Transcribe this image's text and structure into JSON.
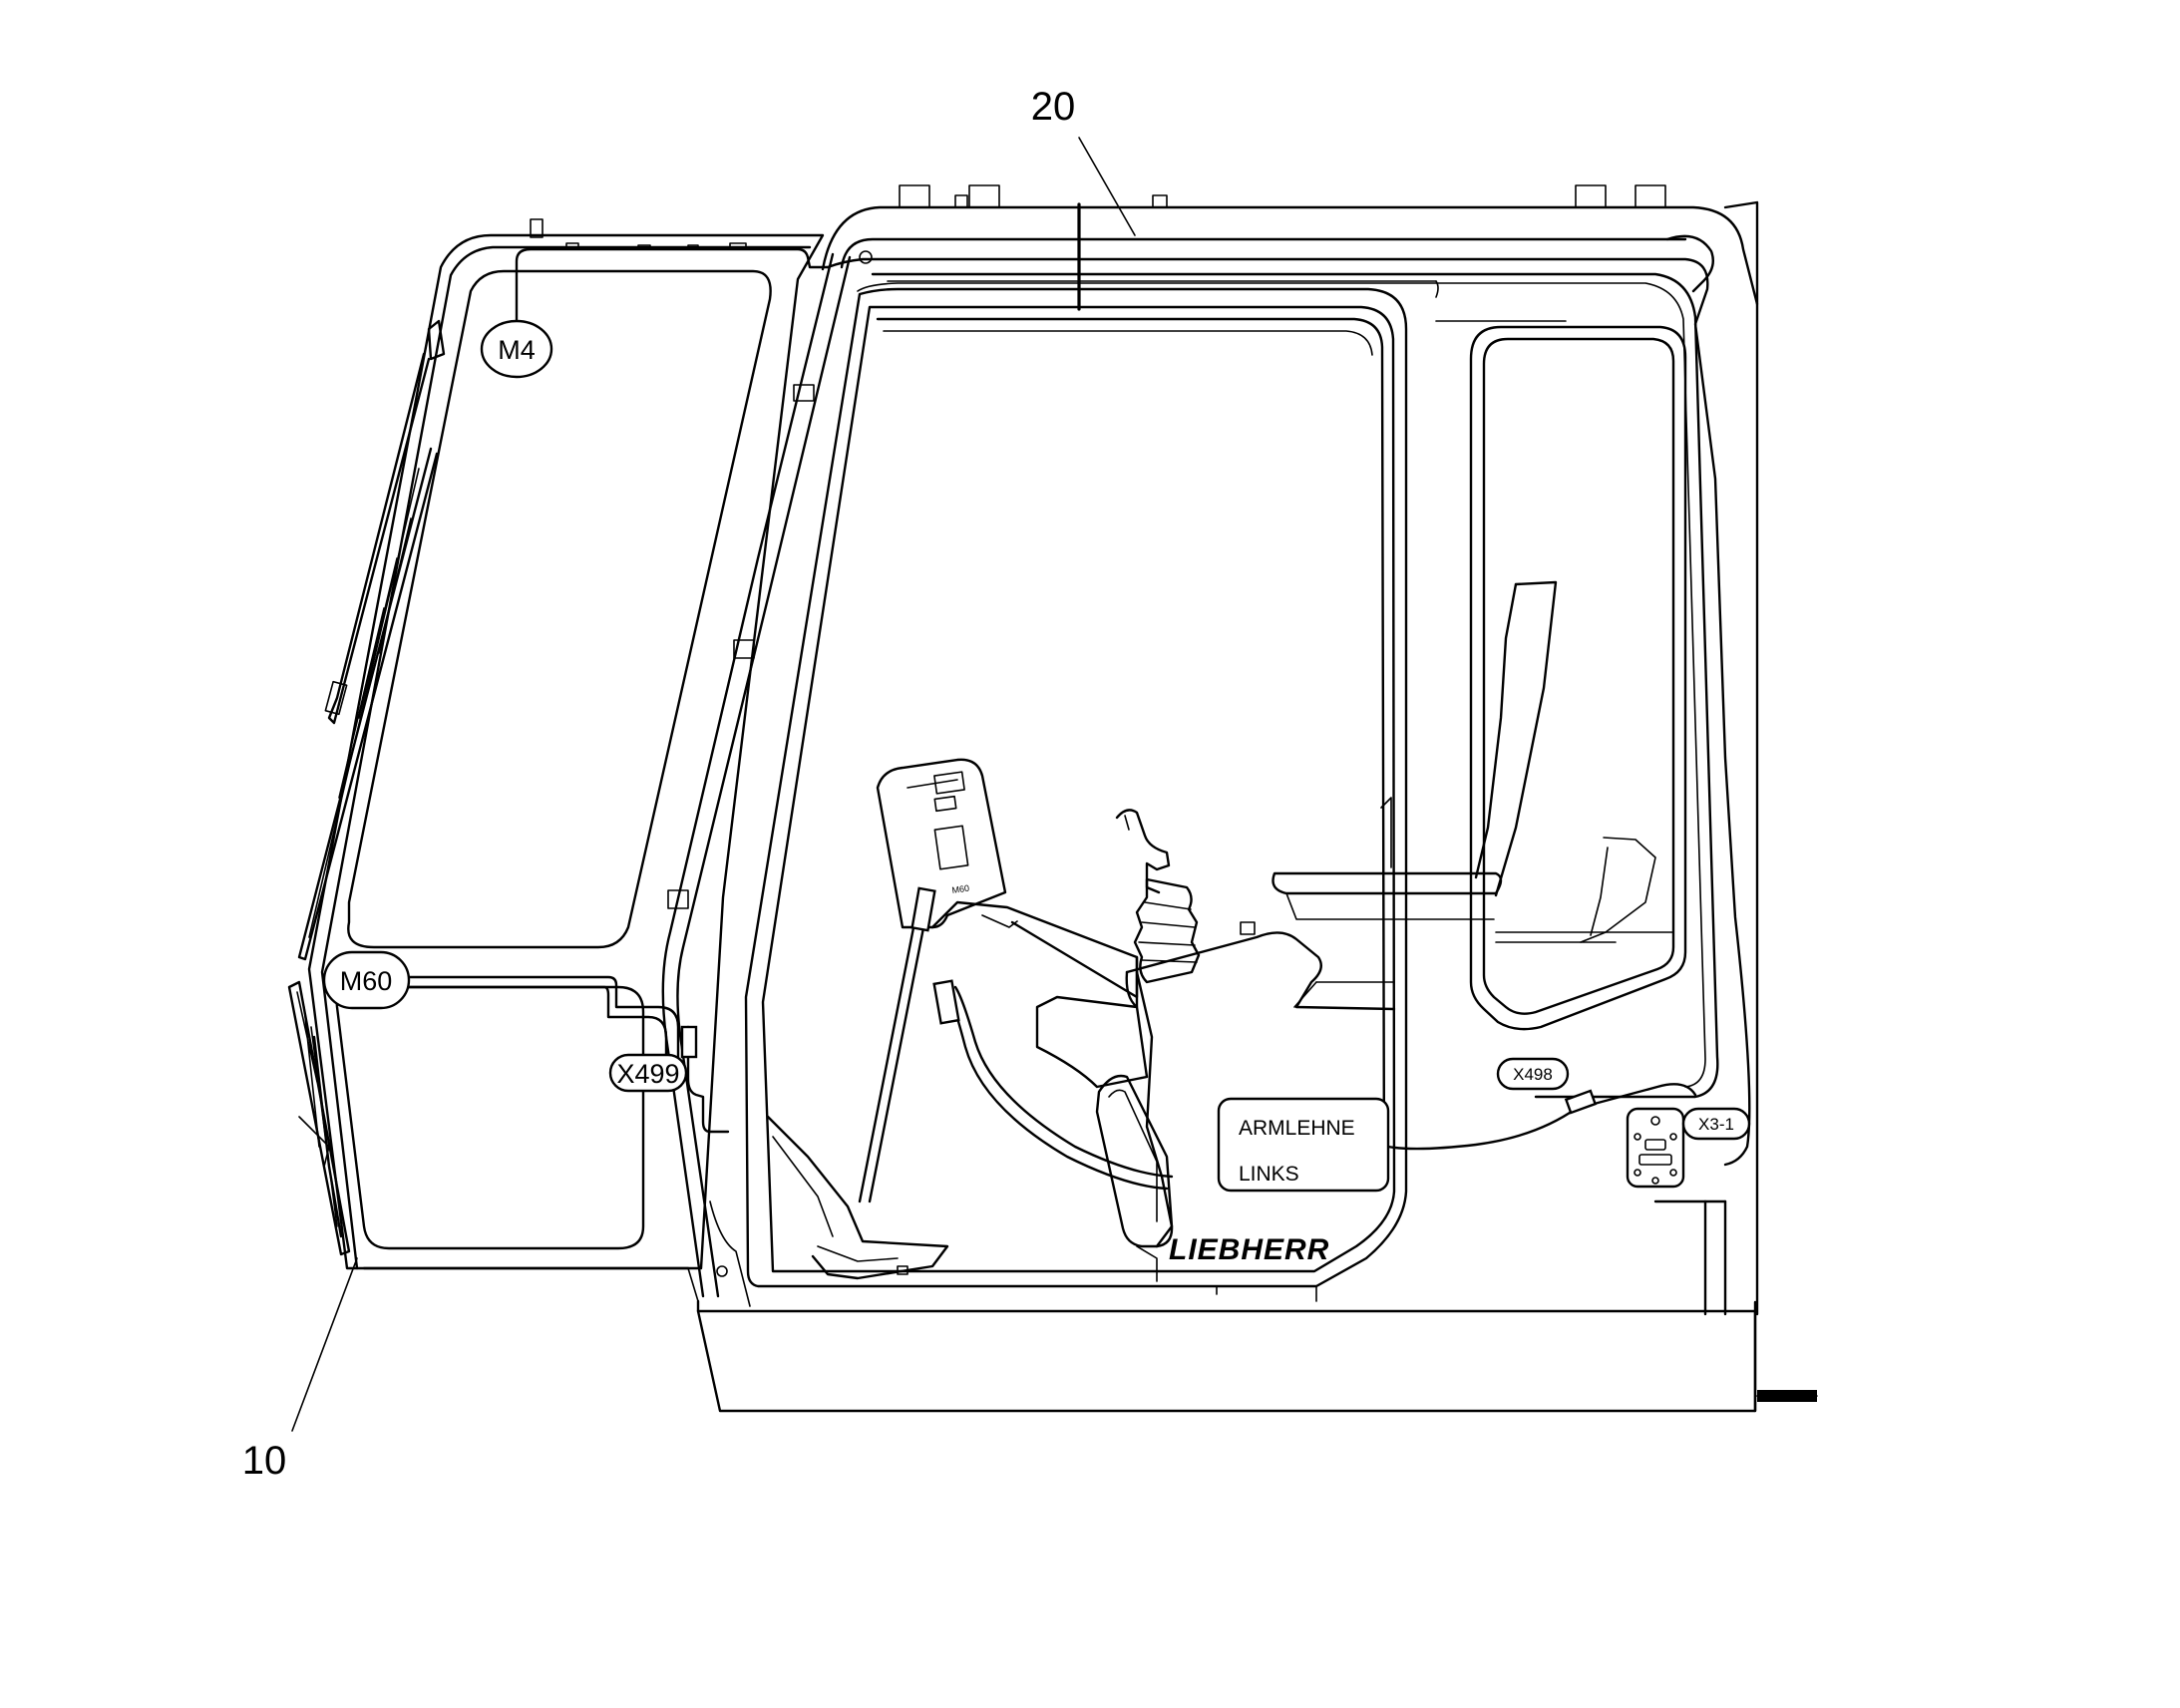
{
  "callouts": {
    "front_window": "10",
    "cab_roof": "20"
  },
  "connectors": {
    "m4": "M4",
    "m60": "M60",
    "x499": "X499",
    "x498": "X498",
    "x3_1": "X3-1"
  },
  "armrest_label": {
    "line1": "ARMLEHNE",
    "line2": "LINKS"
  },
  "brand": "LIEBHERR",
  "display_text": "M60"
}
